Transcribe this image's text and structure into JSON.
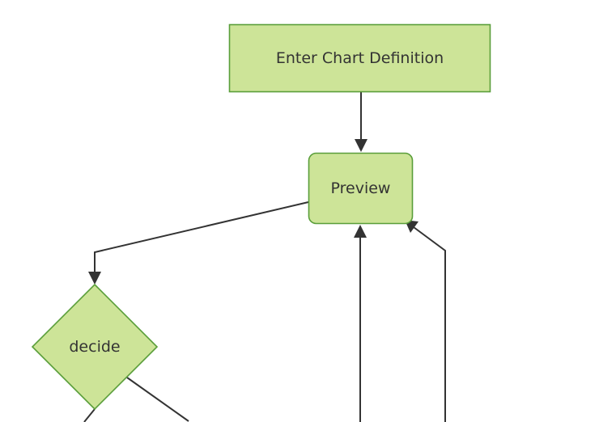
{
  "diagram": {
    "type": "flowchart",
    "background_color": "#ffffff",
    "node_fill_color": "#cde498",
    "node_stroke_color": "#5a9e3a",
    "edge_color": "#333333",
    "text_color": "#333333",
    "nodes": [
      {
        "id": "enter-chart-definition",
        "label": "Enter Chart Definition",
        "shape": "rectangle"
      },
      {
        "id": "preview",
        "label": "Preview",
        "shape": "rounded-rectangle"
      },
      {
        "id": "decide",
        "label": "decide",
        "shape": "diamond"
      }
    ],
    "edges": [
      {
        "from": "enter-chart-definition",
        "to": "preview",
        "label": ""
      },
      {
        "from": "preview",
        "to": "decide",
        "label": ""
      },
      {
        "from": "offscreen-bottom-center",
        "to": "preview",
        "label": ""
      },
      {
        "from": "offscreen-bottom-right",
        "to": "preview",
        "label": ""
      },
      {
        "from": "decide",
        "to": "offscreen-bottom-left",
        "label": ""
      },
      {
        "from": "decide",
        "to": "offscreen-bottom-right",
        "label": ""
      }
    ]
  }
}
